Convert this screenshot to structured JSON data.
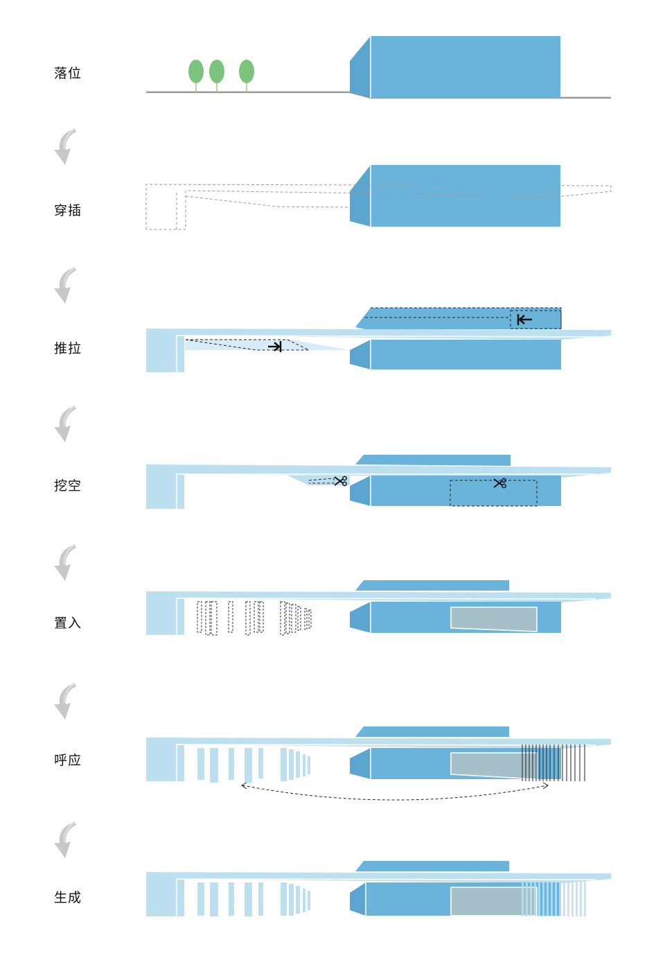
{
  "steps": [
    {
      "label": "落位"
    },
    {
      "label": "穿插"
    },
    {
      "label": "推拉"
    },
    {
      "label": "挖空"
    },
    {
      "label": "置入"
    },
    {
      "label": "呼应"
    },
    {
      "label": "生成"
    }
  ],
  "colors": {
    "volume": "#6ab3da",
    "volume_light": "#bde0f1",
    "glass": "#a5c0c8",
    "tree": "#7cc47e",
    "ground": "#999999",
    "arrow": "#c8c8c8",
    "text": "#111111"
  },
  "icons": {
    "step_arrow": "curved-arrow-icon",
    "cut": "scissors-icon",
    "push": "push-arrow-icon"
  }
}
